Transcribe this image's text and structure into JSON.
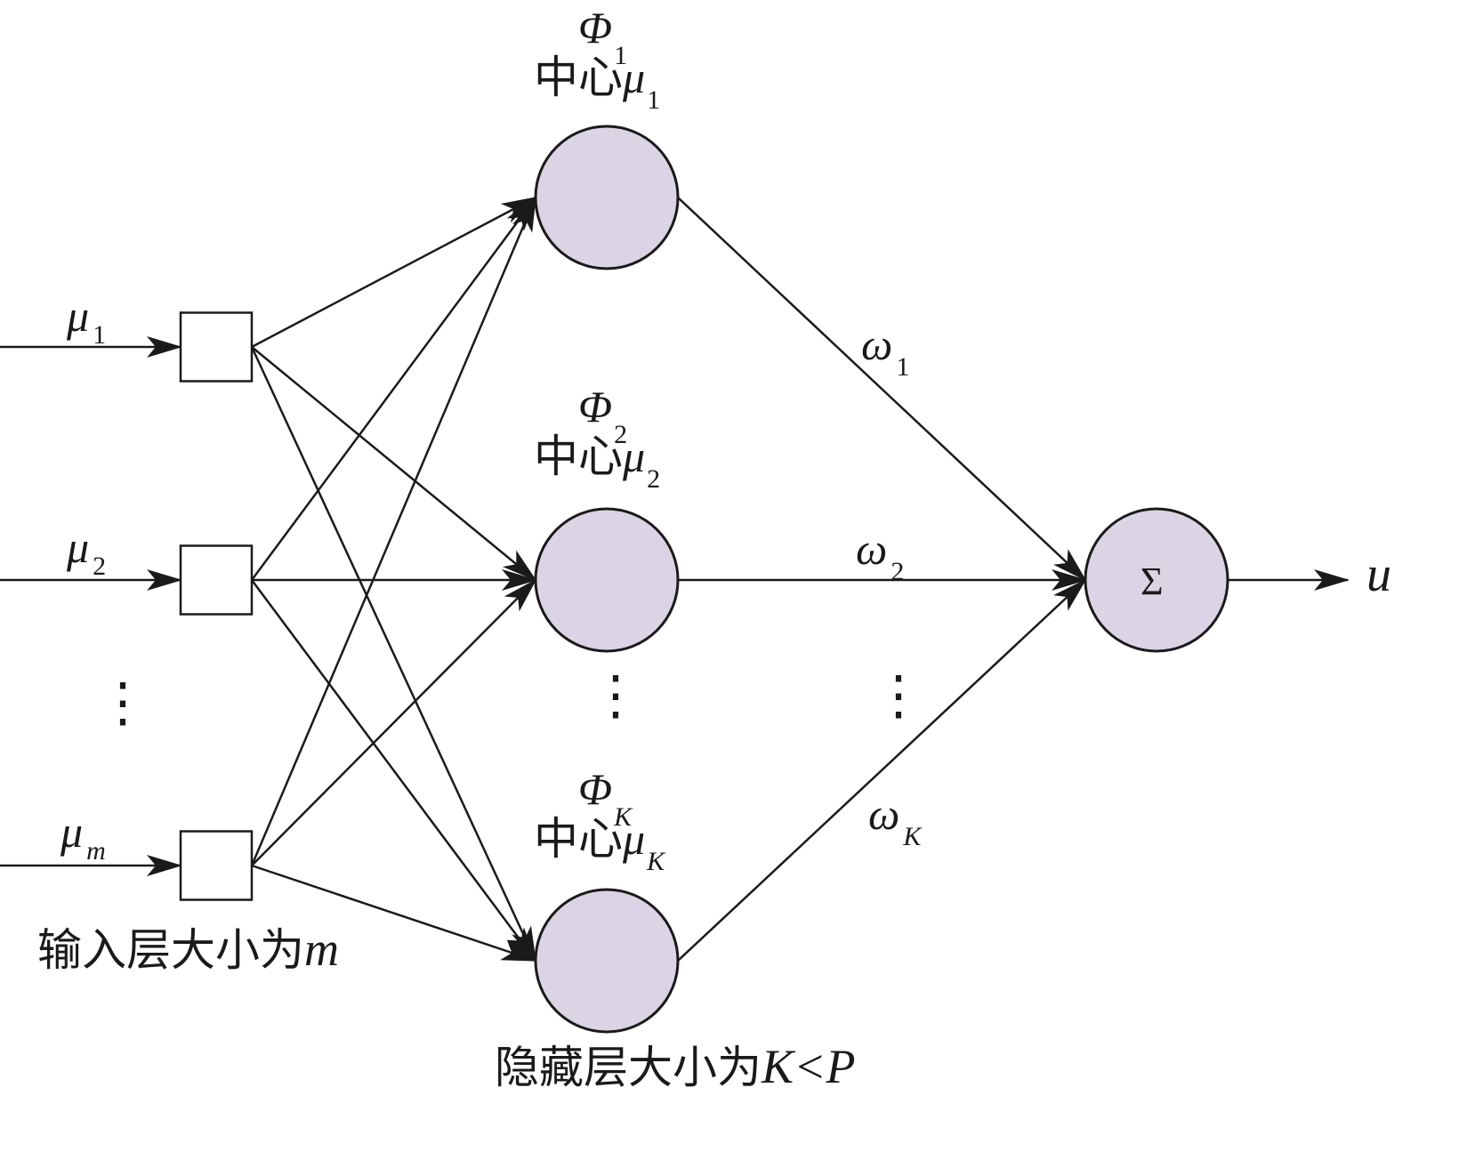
{
  "diagram": {
    "title": "RBF neural network",
    "colors": {
      "node_fill": "#DAD4E4",
      "stroke": "#1a1a1a",
      "background": "#FFFFFF"
    },
    "inputs": [
      {
        "id": "in1",
        "symbol": "μ",
        "subscript": "1"
      },
      {
        "id": "in2",
        "symbol": "μ",
        "subscript": "2"
      },
      {
        "id": "inm",
        "symbol": "μ",
        "subscript": "m"
      }
    ],
    "input_layer_label": {
      "text": "输入层大小为",
      "var": "m"
    },
    "hidden": [
      {
        "id": "h1",
        "phi": "Φ",
        "phi_sub": "1",
        "center_text": "中心",
        "mu": "μ",
        "mu_sub": "1"
      },
      {
        "id": "h2",
        "phi": "Φ",
        "phi_sub": "2",
        "center_text": "中心",
        "mu": "μ",
        "mu_sub": "2"
      },
      {
        "id": "hK",
        "phi": "Φ",
        "phi_sub": "K",
        "center_text": "中心",
        "mu": "μ",
        "mu_sub": "K"
      }
    ],
    "hidden_layer_label": {
      "text": "隐藏层大小为",
      "var": "K<P"
    },
    "weights": [
      {
        "symbol": "ω",
        "subscript": "1"
      },
      {
        "symbol": "ω",
        "subscript": "2"
      },
      {
        "symbol": "ω",
        "subscript": "K"
      }
    ],
    "sum_node": {
      "symbol": "Σ"
    },
    "output": {
      "symbol": "u"
    },
    "ellipsis": "⋮",
    "edges": [
      {
        "from": "in1",
        "to": "h1"
      },
      {
        "from": "in1",
        "to": "h2"
      },
      {
        "from": "in1",
        "to": "hK"
      },
      {
        "from": "in2",
        "to": "h1"
      },
      {
        "from": "in2",
        "to": "h2"
      },
      {
        "from": "in2",
        "to": "hK"
      },
      {
        "from": "inm",
        "to": "h1"
      },
      {
        "from": "inm",
        "to": "h2"
      },
      {
        "from": "inm",
        "to": "hK"
      },
      {
        "from": "h1",
        "to": "sum"
      },
      {
        "from": "h2",
        "to": "sum"
      },
      {
        "from": "hK",
        "to": "sum"
      }
    ]
  }
}
